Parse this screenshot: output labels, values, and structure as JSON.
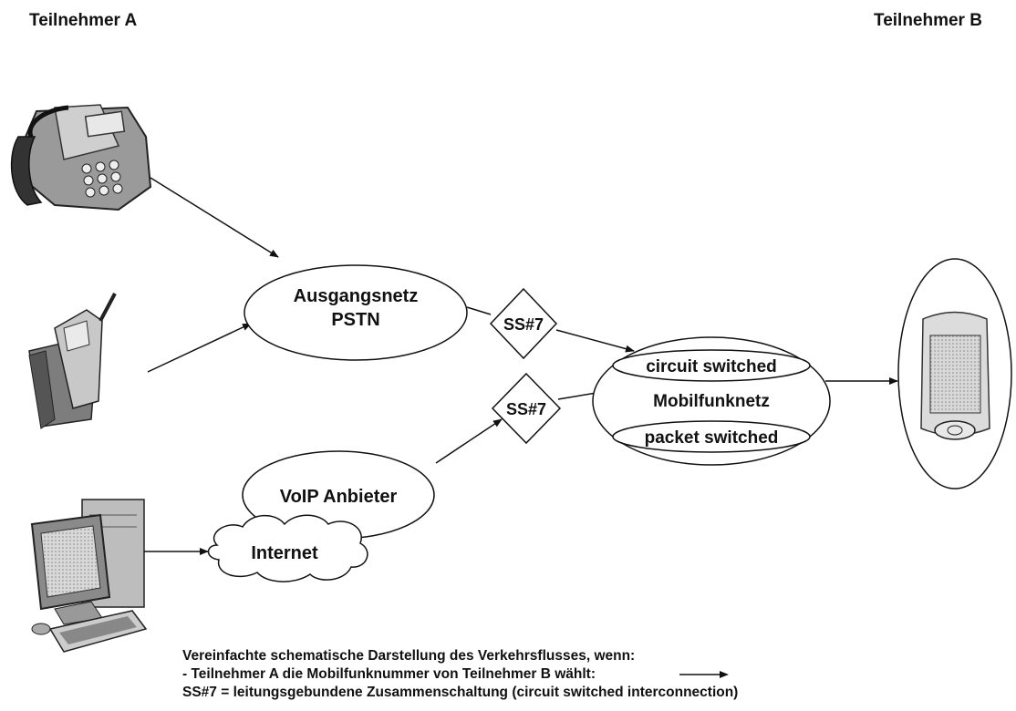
{
  "headings": {
    "participant_a": "Teilnehmer A",
    "participant_b": "Teilnehmer B"
  },
  "nodes": {
    "origin_network": {
      "line1": "Ausgangsnetz",
      "line2": "PSTN"
    },
    "voip_provider": "VoIP Anbieter",
    "internet": "Internet",
    "signaling_top": "SS#7",
    "signaling_bottom": "SS#7",
    "mobile_network": {
      "circuit": "circuit switched",
      "name": "Mobilfunknetz",
      "packet": "packet switched"
    }
  },
  "devices": [
    "desk-phone-icon",
    "mobile-phone-icon",
    "desktop-computer-icon",
    "smartphone-icon"
  ],
  "caption": {
    "line1": "Vereinfachte schematische Darstellung des Verkehrsflusses, wenn:",
    "line2": "- Teilnehmer A die Mobilfunknummer von Teilnehmer B wählt:",
    "line3": "SS#7 = leitungsgebundene Zusammenschaltung (circuit switched interconnection)"
  },
  "colors": {
    "ink": "#111111",
    "background": "#ffffff"
  }
}
